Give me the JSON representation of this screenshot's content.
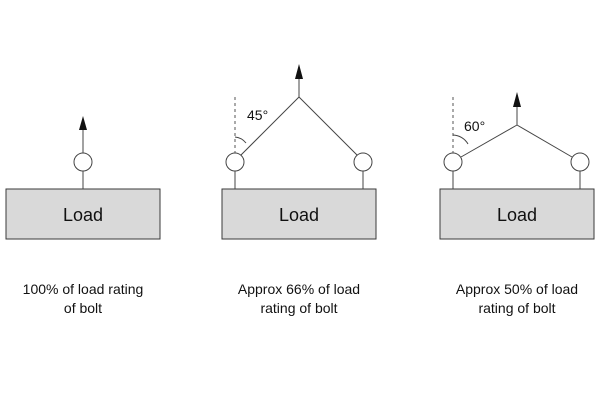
{
  "panels": [
    {
      "box_label": "Load",
      "angle_label": "",
      "caption_line1": "100% of load rating",
      "caption_line2": "of bolt"
    },
    {
      "box_label": "Load",
      "angle_label": "45°",
      "caption_line1": "Approx 66% of load",
      "caption_line2": "rating of bolt"
    },
    {
      "box_label": "Load",
      "angle_label": "60°",
      "caption_line1": "Approx 50% of load",
      "caption_line2": "rating of bolt"
    }
  ]
}
